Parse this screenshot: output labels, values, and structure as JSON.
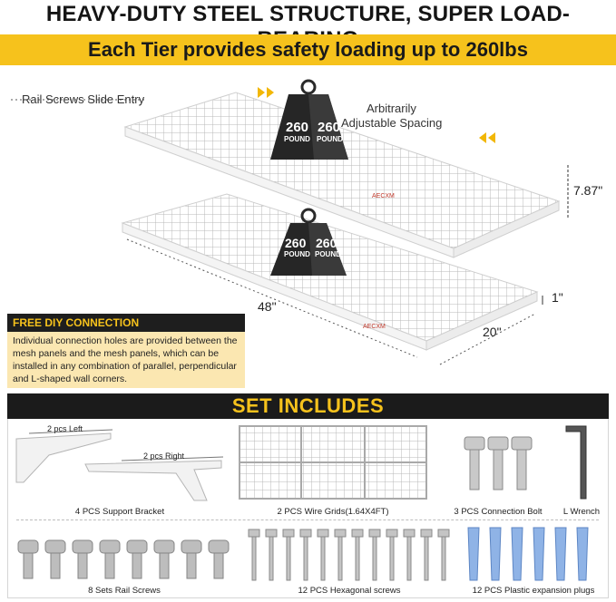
{
  "header": {
    "headline": "HEAVY-DUTY STEEL STRUCTURE, SUPER LOAD-BEARING",
    "subheadline": "Each Tier provides safety loading up to 260lbs"
  },
  "diagram": {
    "rail_callout": "Rail Screws Slide Entry",
    "spacing_callout_1": "Arbitrarily",
    "spacing_callout_2": "Adjustable Spacing",
    "height_dim": "7.87\"",
    "length_dim": "48\"",
    "width_dim": "20\"",
    "thickness_dim": "1\"",
    "weight_number": "260",
    "weight_unit": "POUND",
    "brand": "AECXM"
  },
  "diy": {
    "title": "FREE DIY CONNECTION",
    "body": "Individual connection holes are provided between the mesh panels and the mesh panels, which can be installed in any combination of parallel, perpendicular and L-shaped wall corners."
  },
  "set_includes": {
    "title": "SET INCLUDES",
    "bracket_left": "2 pcs Left",
    "bracket_right": "2 pcs Right",
    "items": [
      "4 PCS Support Bracket",
      "2 PCS Wire Grids(1.64X4FT)",
      "3 PCS Connection Bolt",
      "L Wrench",
      "8 Sets Rail Screws",
      "12 PCS Hexagonal screws",
      "12 PCS Plastic expansion plugs"
    ]
  },
  "colors": {
    "accent": "#f6c21c",
    "dark": "#1b1b1b",
    "note_bg": "#fbe7b1"
  }
}
